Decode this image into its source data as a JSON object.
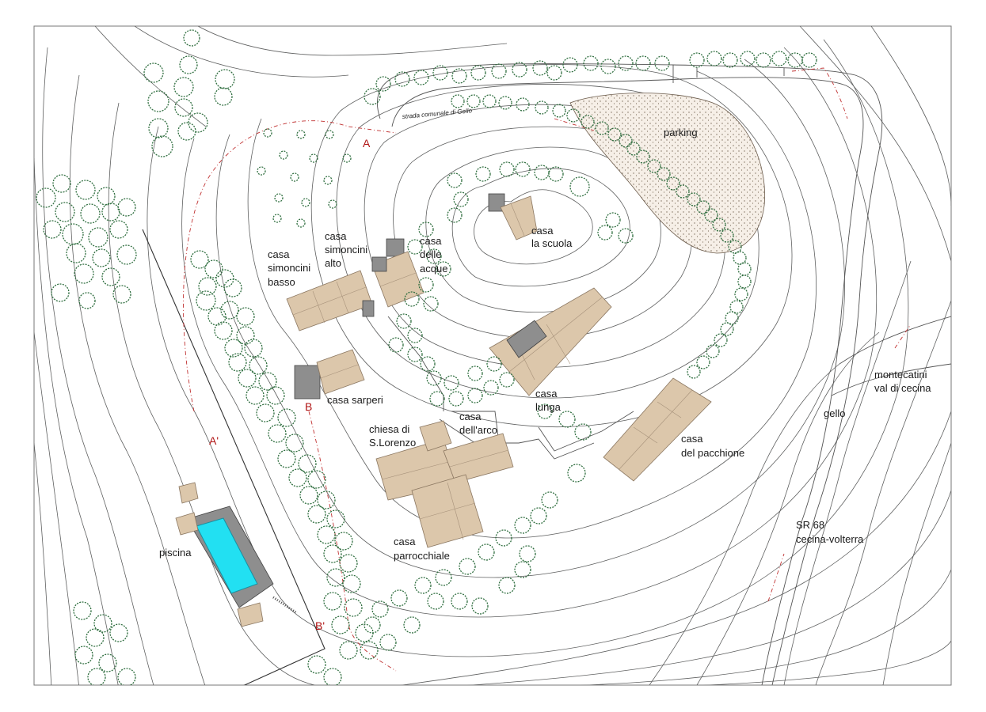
{
  "labels": {
    "parking": "parking",
    "road": "strada comunale di Gello",
    "casa_la_scuola_1": "casa",
    "casa_la_scuola_2": "la scuola",
    "casa_simoncini_alto_1": "casa",
    "casa_simoncini_alto_2": "simoncini",
    "casa_simoncini_alto_3": "alto",
    "casa_simoncini_basso_1": "casa",
    "casa_simoncini_basso_2": "simoncini",
    "casa_simoncini_basso_3": "basso",
    "casa_delle_acque_1": "casa",
    "casa_delle_acque_2": "delle",
    "casa_delle_acque_3": "acque",
    "casa_sarperi": "casa sarperi",
    "casa_lunga_1": "casa",
    "casa_lunga_2": "lunga",
    "casa_dellarco_1": "casa",
    "casa_dellarco_2": "dell'arco",
    "chiesa_1": "chiesa di",
    "chiesa_2": "S.Lorenzo",
    "casa_pacchione_1": "casa",
    "casa_pacchione_2": "del pacchione",
    "casa_parrocchiale_1": "casa",
    "casa_parrocchiale_2": "parrocchiale",
    "piscina": "piscina",
    "montecatini_1": "montecatini",
    "montecatini_2": "val di cecina",
    "gello": "gello",
    "sr68_1": "SR 68",
    "sr68_2": "cecina-volterra"
  },
  "section_markers": {
    "a": "A",
    "a_prime": "A'",
    "b": "B",
    "b_prime": "B'"
  },
  "colors": {
    "contour": "#5f6060",
    "tree": "#2f6e3f",
    "roof": "#dcc7ab",
    "pool": "#22e0f2",
    "section_line": "#c03030",
    "parking_fill": "#f6efe7"
  }
}
